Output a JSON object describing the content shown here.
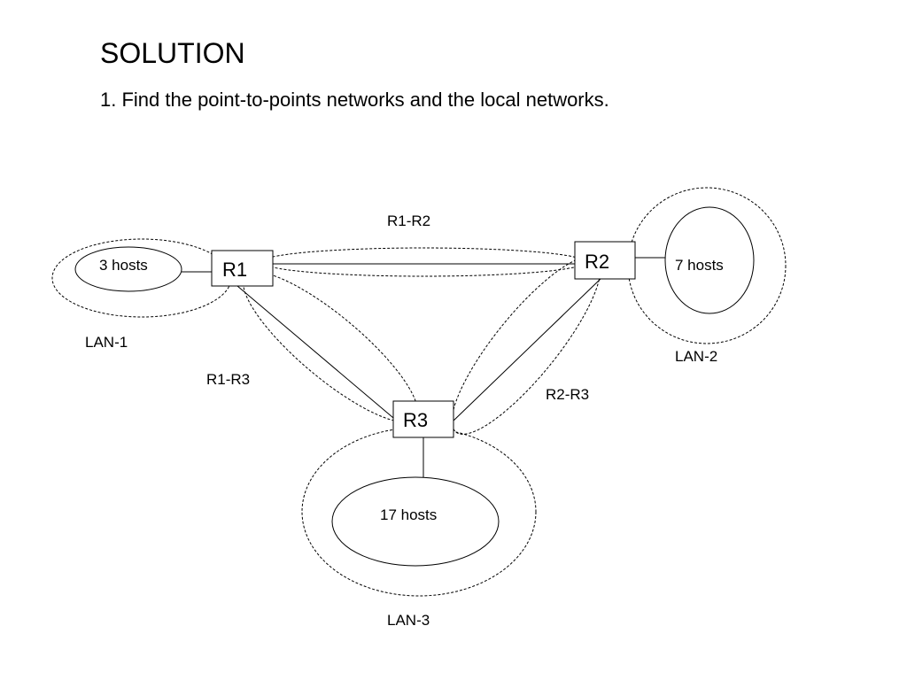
{
  "title": "SOLUTION",
  "subtitle": "1. Find the point-to-points networks and the local networks.",
  "routers": {
    "r1": "R1",
    "r2": "R2",
    "r3": "R3"
  },
  "hosts": {
    "lan1": "3 hosts",
    "lan2": "7 hosts",
    "lan3": "17 hosts"
  },
  "networks": {
    "lan1": "LAN-1",
    "lan2": "LAN-2",
    "lan3": "LAN-3",
    "r1_r2": "R1-R2",
    "r1_r3": "R1-R3",
    "r2_r3": "R2-R3"
  }
}
